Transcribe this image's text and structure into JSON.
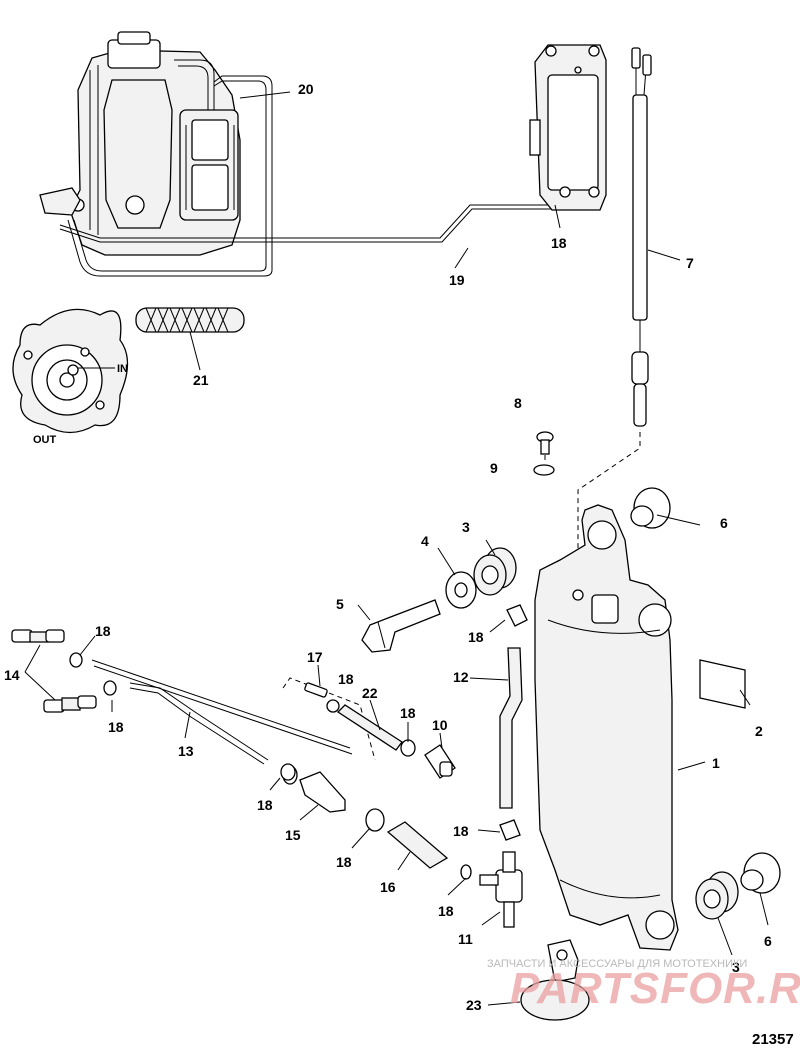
{
  "diagram_id": "21357",
  "labels": {
    "l1": "1",
    "l2": "2",
    "l3a": "3",
    "l3b": "3",
    "l4": "4",
    "l5": "5",
    "l6a": "6",
    "l6b": "6",
    "l7": "7",
    "l8": "8",
    "l9": "9",
    "l10": "10",
    "l11": "11",
    "l12": "12",
    "l13": "13",
    "l14": "14",
    "l15": "15",
    "l16": "16",
    "l17": "17",
    "l18a": "18",
    "l18b": "18",
    "l18c": "18",
    "l18d": "18",
    "l18e": "18",
    "l18f": "18",
    "l18g": "18",
    "l18h": "18",
    "l18i": "18",
    "l18j": "18",
    "l19": "19",
    "l20": "20",
    "l21": "21",
    "l22": "22",
    "l23": "23"
  },
  "port_labels": {
    "in": "IN",
    "out": "OUT"
  },
  "watermark": {
    "subtitle": "ЗАПЧАСТИ И АКСЕССУАРЫ ДЛЯ МОТОТЕХНИКИ",
    "logo": "PARTSFOR.RU"
  }
}
